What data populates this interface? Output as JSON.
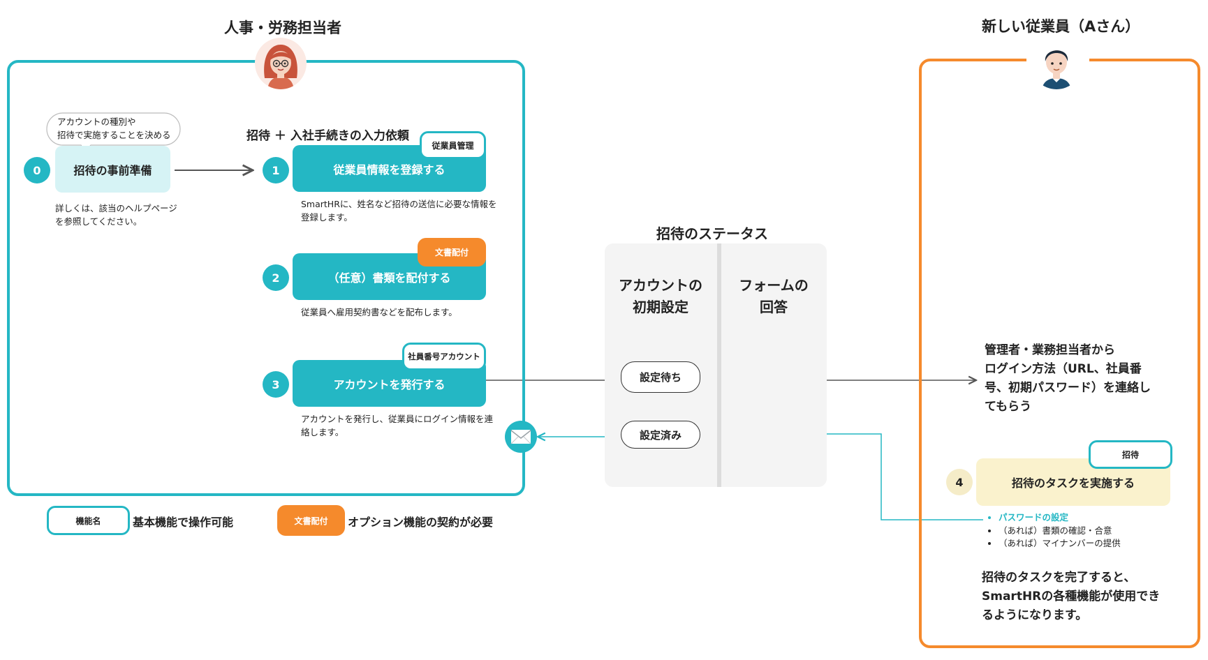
{
  "actors": {
    "hr_title": "人事・労務担当者",
    "employee_title": "新しい従業員（Aさん）"
  },
  "prep": {
    "bubble_line1": "アカウントの種別や",
    "bubble_line2": "招待で実施することを決める",
    "number": "0",
    "label": "招待の事前準備",
    "note_line1": "詳しくは、該当のヘルプページ",
    "note_line2": "を参照してください。"
  },
  "invite_heading": "招待 ＋ 入社手続きの入力依頼",
  "steps": [
    {
      "number": "1",
      "label": "従業員情報を登録する",
      "tag": "従業員管理",
      "desc_line1": "SmartHRに、姓名など招待の送信に必要な情報を",
      "desc_line2": "登録します。"
    },
    {
      "number": "2",
      "label": "（任意）書類を配付する",
      "tag": "文書配付",
      "desc_line1": "従業員へ雇用契約書などを配布します。",
      "desc_line2": ""
    },
    {
      "number": "3",
      "label": "アカウントを発行する",
      "tag": "社員番号アカウント",
      "desc_line1": "アカウントを発行し、従業員にログイン情報を連",
      "desc_line2": "絡します。"
    }
  ],
  "status": {
    "title": "招待のステータス",
    "col1_line1": "アカウントの",
    "col1_line2": "初期設定",
    "col2_line1": "フォームの",
    "col2_line2": "回答",
    "pending": "設定待ち",
    "done": "設定済み"
  },
  "employee": {
    "contact_line1": "管理者・業務担当者から",
    "contact_line2": "ログイン方法（URL、社員番",
    "contact_line3": "号、初期パスワード）を連絡し",
    "contact_line4": "てもらう",
    "step4_number": "4",
    "step4_label": "招待のタスクを実施する",
    "step4_tag": "招待",
    "tasks": [
      "パスワードの設定",
      "（あれば）書類の確認・合意",
      "（あれば）マイナンバーの提供"
    ],
    "final_line1": "招待のタスクを完了すると、",
    "final_line2": "SmartHRの各種機能が使用でき",
    "final_line3": "るようになります。"
  },
  "legend": {
    "basic_tag": "機能名",
    "basic_text": "基本機能で操作可能",
    "option_tag": "文書配付",
    "option_text": "オプション機能の契約が必要"
  },
  "colors": {
    "teal": "#24b7c4",
    "orange": "#f58a2c",
    "prep_bg": "#d6f3f5",
    "step4_bg": "#faf2cd",
    "step4_circle": "#f5ecc8",
    "status_bg": "#f4f4f4"
  },
  "icons": [
    "mail-icon",
    "hr-avatar-icon",
    "employee-avatar-icon"
  ]
}
